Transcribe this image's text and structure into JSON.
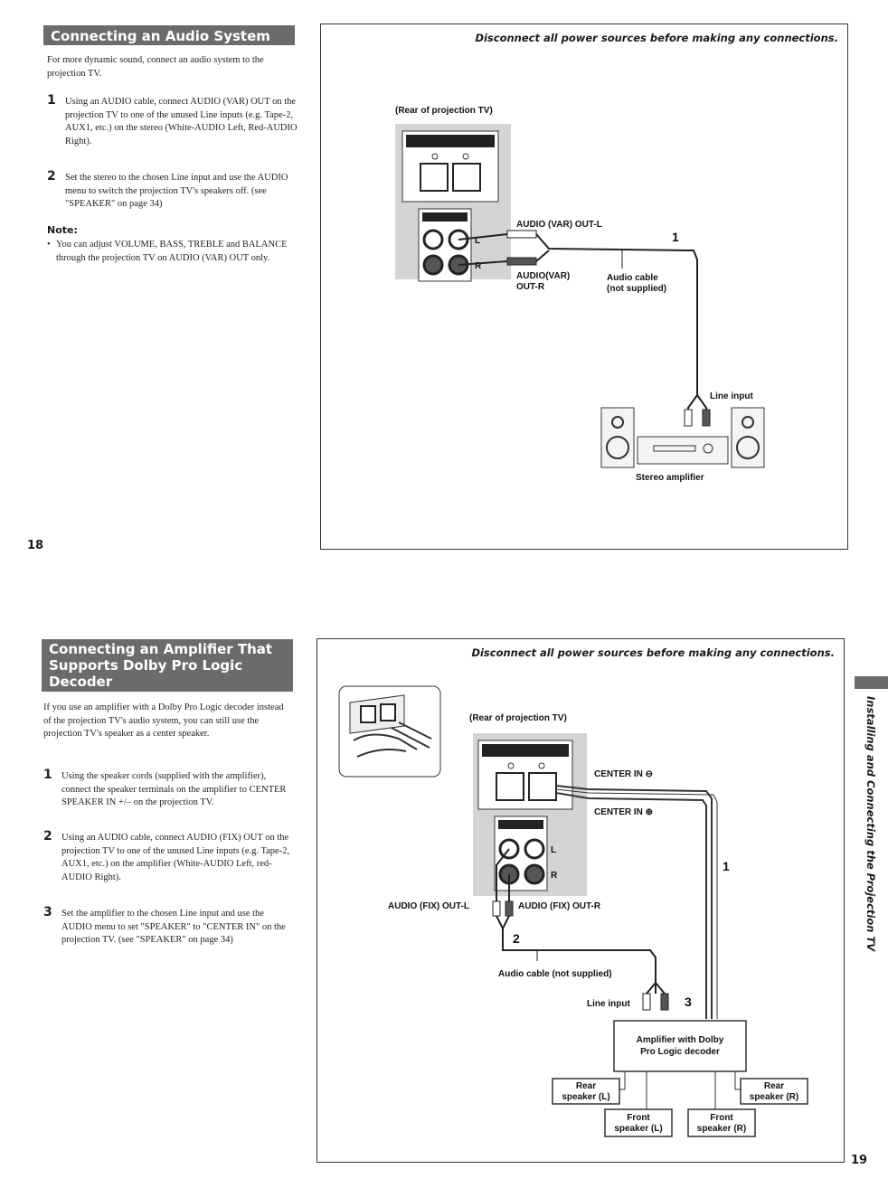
{
  "top": {
    "title": "Connecting an Audio System",
    "intro": "For more dynamic sound, connect an audio system to the projection TV.",
    "steps": [
      {
        "num": "1",
        "text": "Using an AUDIO cable, connect AUDIO (VAR) OUT on the projection TV to one of the unused Line inputs (e.g. Tape-2, AUX1, etc.) on the stereo (White-AUDIO Left, Red-AUDIO Right)."
      },
      {
        "num": "2",
        "text": "Set the stereo to the chosen Line input and use the AUDIO menu to switch the projection TV's speakers off. (see \"SPEAKER\" on page 34)"
      }
    ],
    "note_title": "Note:",
    "note_text": "You can adjust VOLUME, BASS, TREBLE and BALANCE through the projection TV on AUDIO (VAR) OUT only.",
    "diagram": {
      "warning": "Disconnect all power sources before making any connections.",
      "rear_label": "(Rear of projection TV)",
      "out_l": "AUDIO (VAR) OUT-L",
      "out_r_1": "AUDIO(VAR)",
      "out_r_2": "OUT-R",
      "cable_1": "Audio cable",
      "cable_2": "(not supplied)",
      "step_marker": "1",
      "line_input": "Line input",
      "amplifier": "Stereo amplifier",
      "jack_l": "L",
      "jack_r": "R"
    },
    "page_number": "18"
  },
  "bottom": {
    "title_lines": [
      "Connecting an Amplifier That",
      "Supports Dolby Pro Logic",
      "Decoder"
    ],
    "intro": "If you use an amplifier with a Dolby Pro Logic decoder instead of the projection TV's audio system, you can still use the projection TV's speaker as a center speaker.",
    "steps": [
      {
        "num": "1",
        "text": "Using the speaker cords (supplied with the amplifier), connect the speaker terminals on the amplifier to CENTER SPEAKER IN +/– on the projection TV."
      },
      {
        "num": "2",
        "text": "Using an AUDIO cable, connect AUDIO (FIX) OUT on the projection TV to one of the unused Line inputs (e.g. Tape-2, AUX1, etc.) on the amplifier (White-AUDIO Left, red-AUDIO Right)."
      },
      {
        "num": "3",
        "text": "Set the amplifier to the chosen Line input and use the AUDIO menu to set \"SPEAKER\" to \"CENTER IN\" on the projection TV. (see \"SPEAKER\" on page 34)"
      }
    ],
    "diagram": {
      "warning": "Disconnect all power sources before making any connections.",
      "rear_label": "(Rear of projection TV)",
      "center_minus": "CENTER IN ⊖",
      "center_plus": "CENTER IN ⊕",
      "fix_l": "AUDIO (FIX) OUT-L",
      "fix_r": "AUDIO (FIX) OUT-R",
      "cable": "Audio cable (not supplied)",
      "line_input": "Line input",
      "marker_1": "1",
      "marker_2": "2",
      "marker_3": "3",
      "amp_1": "Amplifier with Dolby",
      "amp_2": "Pro Logic decoder",
      "rear_l_1": "Rear",
      "rear_l_2": "speaker (L)",
      "rear_r_1": "Rear",
      "rear_r_2": "speaker (R)",
      "front_l_1": "Front",
      "front_l_2": "speaker (L)",
      "front_r_1": "Front",
      "front_r_2": "speaker (R)",
      "jack_l": "L",
      "jack_r": "R"
    },
    "side_text": "Installing and Connecting the Projection TV",
    "page_number": "19"
  }
}
